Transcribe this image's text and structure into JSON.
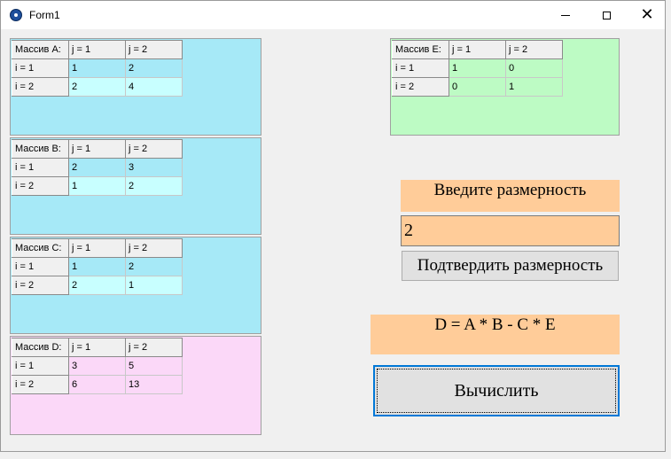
{
  "window": {
    "title": "Form1"
  },
  "matrices": {
    "A": {
      "corner": "Массив A:",
      "cols": [
        "j = 1",
        "j = 2"
      ],
      "rows": [
        {
          "label": "i = 1",
          "cells": [
            "1",
            "2"
          ]
        },
        {
          "label": "i = 2",
          "cells": [
            "2",
            "4"
          ]
        }
      ],
      "bg": "#a6e9f7",
      "cell_dark": "#a6e9f7",
      "cell_light": "#c8ffff"
    },
    "B": {
      "corner": "Массив B:",
      "cols": [
        "j = 1",
        "j = 2"
      ],
      "rows": [
        {
          "label": "i = 1",
          "cells": [
            "2",
            "3"
          ]
        },
        {
          "label": "i = 2",
          "cells": [
            "1",
            "2"
          ]
        }
      ],
      "bg": "#a6e9f7",
      "cell_dark": "#a6e9f7",
      "cell_light": "#c8ffff"
    },
    "C": {
      "corner": "Массив C:",
      "cols": [
        "j = 1",
        "j = 2"
      ],
      "rows": [
        {
          "label": "i = 1",
          "cells": [
            "1",
            "2"
          ]
        },
        {
          "label": "i = 2",
          "cells": [
            "2",
            "1"
          ]
        }
      ],
      "bg": "#a6e9f7",
      "cell_dark": "#a6e9f7",
      "cell_light": "#c8ffff"
    },
    "D": {
      "corner": "Массив D:",
      "cols": [
        "j = 1",
        "j = 2"
      ],
      "rows": [
        {
          "label": "i = 1",
          "cells": [
            "3",
            "5"
          ]
        },
        {
          "label": "i = 2",
          "cells": [
            "6",
            "13"
          ]
        }
      ],
      "bg": "#fbd8f8",
      "cell_dark": "#fbd8f8",
      "cell_light": "#fbd8f8"
    },
    "E": {
      "corner": "Массив E:",
      "cols": [
        "j = 1",
        "j = 2"
      ],
      "rows": [
        {
          "label": "i = 1",
          "cells": [
            "1",
            "0"
          ]
        },
        {
          "label": "i = 2",
          "cells": [
            "0",
            "1"
          ]
        }
      ],
      "bg": "#bdfbc4",
      "cell_dark": "#bdfbc4",
      "cell_light": "#bdfbc4"
    }
  },
  "dimension": {
    "label": "Введите размерность",
    "value": "2",
    "confirm_label": "Подтвердить размерность"
  },
  "formula": "D = A * B - C * E",
  "compute_label": "Вычислить",
  "colors": {
    "accent": "#ffcc99",
    "focus": "#0078d7"
  }
}
